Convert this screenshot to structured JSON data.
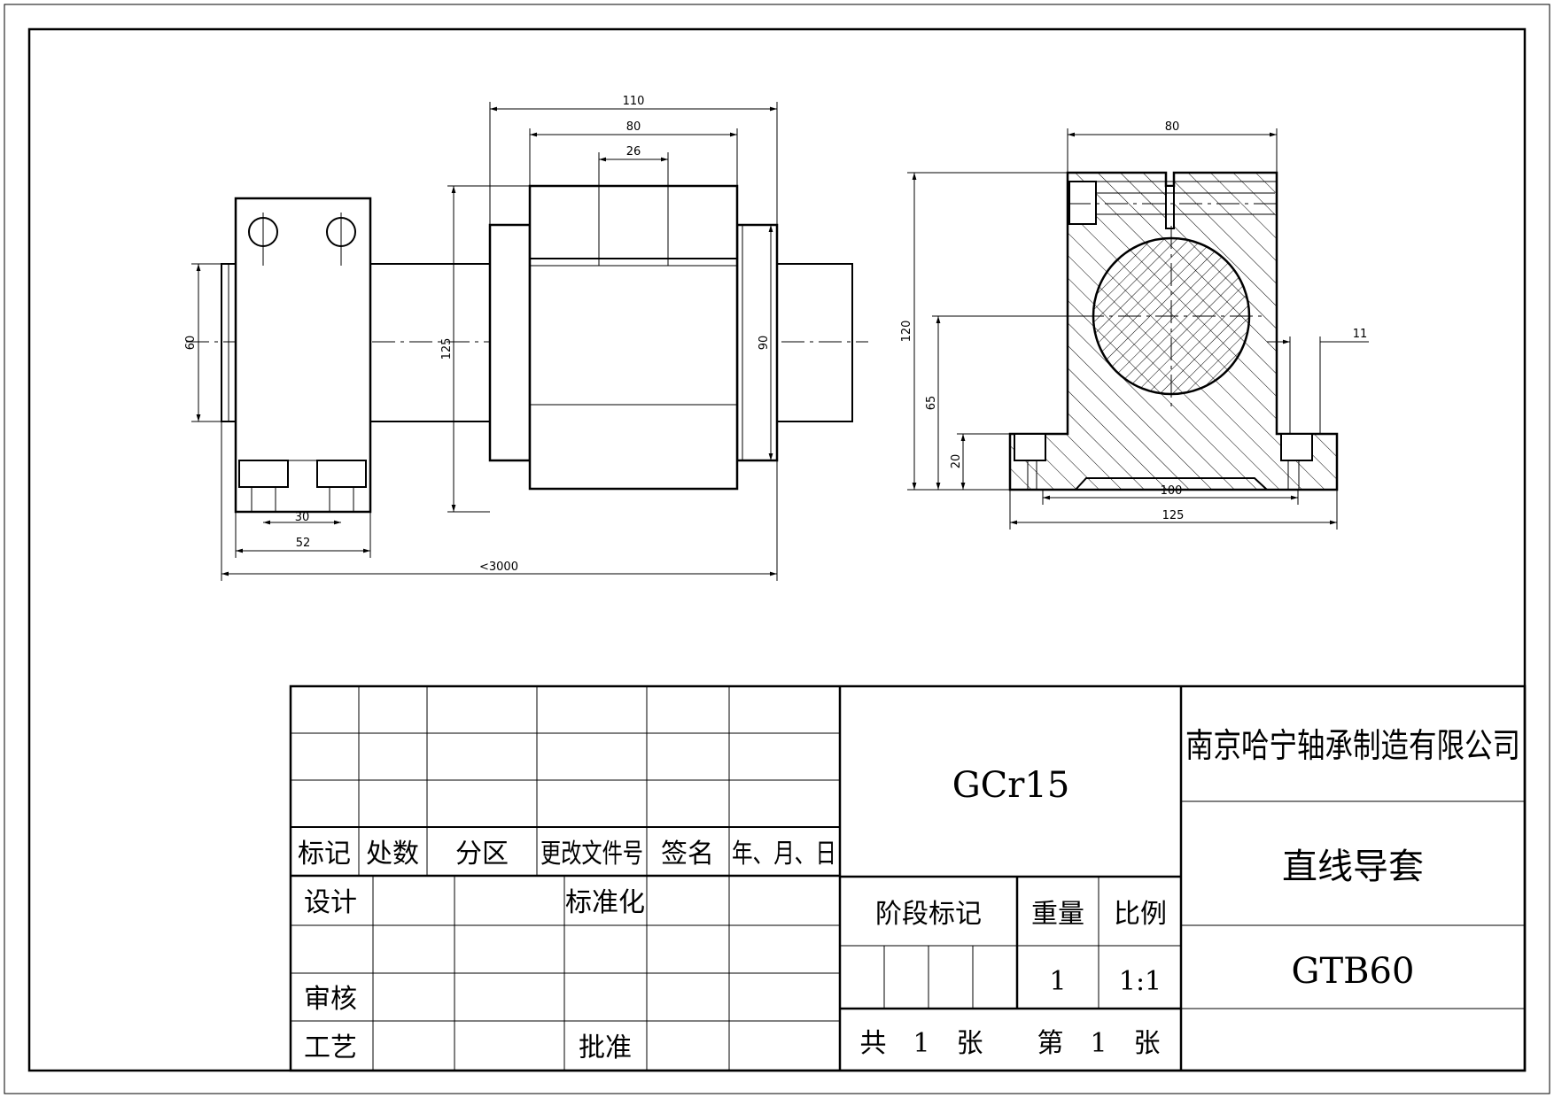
{
  "front_view": {
    "dims": {
      "d110": "110",
      "d80": "80",
      "d26": "26",
      "d60": "60",
      "d125": "125",
      "d90": "90",
      "d30": "30",
      "d52": "52",
      "dlen": "<3000"
    }
  },
  "side_view": {
    "dims": {
      "d80": "80",
      "d120": "120",
      "d65": "65",
      "d20": "20",
      "d11": "11",
      "d100": "100",
      "d125": "125"
    }
  },
  "title_block": {
    "rev_headers": [
      "标记",
      "处数",
      "分区",
      "更改文件号",
      "签名",
      "年、月、日"
    ],
    "design": "设计",
    "standardization": "标准化",
    "review": "审核",
    "process": "工艺",
    "approve": "批准",
    "material": "GCr15",
    "stage_mark": "阶段标记",
    "weight_label": "重量",
    "scale_label": "比例",
    "weight": "1",
    "scale": "1:1",
    "sheets_total": "共　1　张",
    "sheet_no": "第　1　张",
    "company": "南京哈宁轴承制造有限公司",
    "part_name": "直线导套",
    "part_code": "GTB60"
  }
}
